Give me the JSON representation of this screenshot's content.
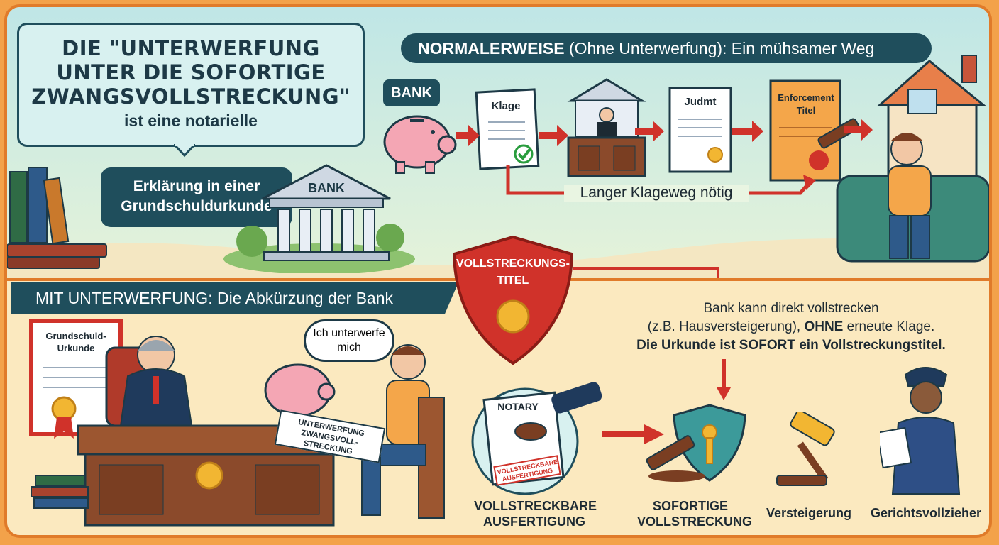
{
  "title": {
    "line1": "DIE \"UNTERWERFUNG",
    "line2": "UNTER DIE SOFORTIGE",
    "line3": "ZWANGSVOLLSTRECKUNG\"",
    "line4": "ist eine notarielle"
  },
  "declaration": {
    "line1": "Erklärung in einer",
    "line2": "Grundschuldurkunde"
  },
  "normal_path": {
    "heading_bold": "NORMALERWEISE",
    "heading_rest": " (Ohne Unterwerfung): Ein mühsamer Weg",
    "bank_tag": "BANK",
    "klage_doc": "Klage",
    "judgment_doc": "Judmt",
    "enforcement_doc_line1": "Enforcement",
    "enforcement_doc_line2": "Titel",
    "long_path_label": "Langer Klageweg nötig",
    "bank_building_label": "BANK"
  },
  "shield": {
    "line1": "VOLLSTRECKUNGS-",
    "line2": "TITEL"
  },
  "shortcut": {
    "heading": "MIT UNTERWERFUNG: Die Abkürzung der Bank",
    "info_line1": "Bank kann direkt vollstrecken",
    "info_line2_pre": "(z.B. Hausversteigerung), ",
    "info_line2_bold": "OHNE",
    "info_line2_post": " erneute Klage.",
    "info_line3": "Die Urkunde ist SOFORT ein Vollstreckungstitel.",
    "certificate_line1": "Grundschuld-",
    "certificate_line2": "Urkunde",
    "speech_line1": "Ich unterwerfe",
    "speech_line2": "mich",
    "signed_doc_line1": "UNTERWERFUNG",
    "signed_doc_line2": "ZWANGSVOLL-",
    "signed_doc_line3": "STRECKUNG",
    "notary_label": "NOTARY",
    "stamp_line1": "VOLLSTRECKBARE",
    "stamp_line2": "AUSFERTIGUNG"
  },
  "steps": [
    {
      "line1": "VOLLSTRECKBARE",
      "line2": "AUSFERTIGUNG"
    },
    {
      "line1": "SOFORTIGE",
      "line2": "VOLLSTRECKUNG"
    },
    {
      "line1": "Versteigerung",
      "line2": ""
    },
    {
      "line1": "Gerichtsvollzieher",
      "line2": ""
    }
  ],
  "colors": {
    "navy": "#1f4e5c",
    "red": "#d0322a",
    "sky": "#c9ece6",
    "cream": "#fbe9bf",
    "orange_border": "#e07b2a"
  }
}
